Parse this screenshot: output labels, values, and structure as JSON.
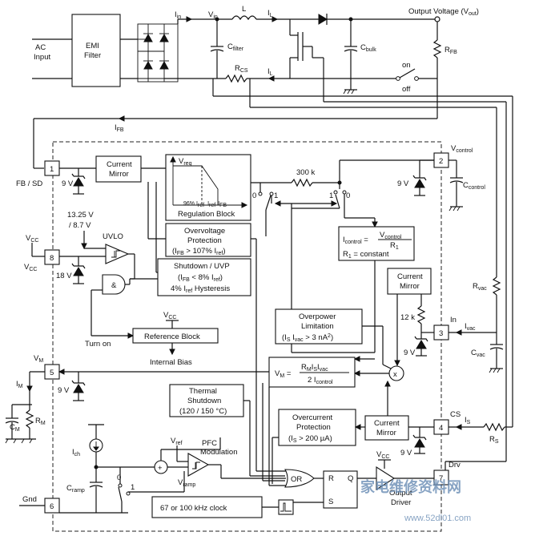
{
  "top": {
    "ac_input": [
      "AC",
      "Input"
    ],
    "emi_filter": [
      "EMI",
      "Filter"
    ],
    "iin": "I",
    "iin_sub": "in",
    "vin": "V",
    "vin_sub": "in",
    "inductor": "L",
    "il_top": "I",
    "il_top_sub": "L",
    "cfilter": "C",
    "cfilter_sub": "filter",
    "rcs": "R",
    "rcs_sub": "CS",
    "il_bottom": "I",
    "il_bottom_sub": "L",
    "output_voltage": "Output Voltage (V",
    "output_voltage_sub": "out",
    "output_voltage_end": ")",
    "cbulk": "C",
    "cbulk_sub": "bulk",
    "rfb": "R",
    "rfb_sub": "FB",
    "switch_on": "on",
    "switch_off": "off",
    "ifb": "I",
    "ifb_sub": "FB"
  },
  "pins": {
    "p1": "1",
    "p2": "2",
    "p3": "3",
    "p4": "4",
    "p5": "5",
    "p6": "6",
    "p7": "7",
    "p8": "8",
    "fb_sd": "FB / SD",
    "vcontrol": "V",
    "vcontrol_sub": "control",
    "ccontrol": "C",
    "ccontrol_sub": "control",
    "vcc_top": "V",
    "vcc_top_sub": "CC",
    "vcc_pin": "V",
    "vcc_pin_sub": "CC",
    "vm": "V",
    "vm_sub": "M",
    "im": "I",
    "im_sub": "M",
    "cm": "C",
    "cm_sub": "M",
    "rm": "R",
    "rm_sub": "M",
    "gnd": "Gnd",
    "in": "In",
    "ivac": "I",
    "ivac_sub": "vac",
    "cvac": "C",
    "cvac_sub": "vac",
    "rvac": "R",
    "rvac_sub": "vac",
    "cs": "CS",
    "is_label": "I",
    "is_sub": "S",
    "rs": "R",
    "rs_sub": "S",
    "drv": "Drv"
  },
  "blocks": {
    "current_mirror_1": [
      "Current",
      "Mirror"
    ],
    "vreg": "V",
    "vreg_sub": "reg",
    "regulation_axis": [
      "96% I",
      "I",
      "I"
    ],
    "regulation_axis_sub": [
      "ref",
      "ref",
      "FB"
    ],
    "regulation_block": "Regulation Block",
    "uvlo_levels": [
      "13.25 V",
      "/ 8.7 V"
    ],
    "uvlo": "UVLO",
    "ovp": [
      "Overvoltage",
      "Protection"
    ],
    "ovp_cond": "(I",
    "ovp_cond_sub": "FB",
    "ovp_cond_end": " > 107% I",
    "ovp_cond_sub2": "ref",
    "ovp_cond_close": ")",
    "shutdown": "Shutdown / UVP",
    "shutdown_cond": "(I",
    "shutdown_cond_sub": "FB",
    "shutdown_cond_end": " < 8% I",
    "shutdown_cond_sub2": "ref",
    "shutdown_cond_close": ")",
    "hysteresis": "4% I",
    "hysteresis_sub": "ref",
    "hysteresis_end": " Hysteresis",
    "zener_9v": "9 V",
    "zener_18v": "18 V",
    "vcc_ref": "V",
    "vcc_ref_sub": "CC",
    "turn_on": "Turn on",
    "reference_block": "Reference Block",
    "internal_bias": "Internal Bias",
    "r300k": "300 k",
    "sw_0": "0",
    "sw_1": "1",
    "icontrol_lhs": "I",
    "icontrol_lhs_sub": "control",
    "icontrol_num": "V",
    "icontrol_num_sub": "control",
    "icontrol_den": "R",
    "icontrol_den_sub": "1",
    "r1_const": "R",
    "r1_const_sub": "1",
    "r1_const_end": " = constant",
    "current_mirror_2": [
      "Current",
      "Mirror"
    ],
    "r12k": "12 k",
    "opl": [
      "Overpower",
      "Limitation"
    ],
    "opl_cond": "(I",
    "opl_cond_sub": "S",
    "opl_cond_mid": " I",
    "opl_cond_sub2": "vac",
    "opl_cond_end": " > 3 nA",
    "opl_cond_sup": "2",
    "opl_close": ")",
    "vm_eq_lhs": "V",
    "vm_eq_lhs_sub": "M",
    "vm_eq_num": "R",
    "vm_eq_num_sub": "M",
    "vm_eq_num_mid": "I",
    "vm_eq_num_sub2": "S",
    "vm_eq_num_mid2": "I",
    "vm_eq_num_sub3": "vac",
    "vm_eq_den": "2 I",
    "vm_eq_den_sub": "control",
    "multiplier": "x",
    "thermal": [
      "Thermal",
      "Shutdown",
      "(120 / 150 °C)"
    ],
    "ocp": [
      "Overcurrent",
      "Protection"
    ],
    "ocp_cond": "(I",
    "ocp_cond_sub": "S",
    "ocp_cond_end": " > 200 µA)",
    "current_mirror_3": [
      "Current",
      "Mirror"
    ],
    "ich": "I",
    "ich_sub": "ch",
    "vref": "V",
    "vref_sub": "ref",
    "pfc": [
      "PFC",
      "Modulation"
    ],
    "vramp": "V",
    "vramp_sub": "ramp",
    "cramp": "C",
    "cramp_sub": "ramp",
    "or_gate": "OR",
    "and_gate": "&",
    "latch_r": "R",
    "latch_q": "Q",
    "latch_s": "S",
    "vcc_drv": "V",
    "vcc_drv_sub": "CC",
    "output_driver": [
      "Output",
      "Driver"
    ],
    "clock": "67 or 100 kHz clock",
    "plus": "+"
  },
  "watermark": {
    "cn": "家电维修资料网",
    "url": "www.52dl01.com"
  }
}
